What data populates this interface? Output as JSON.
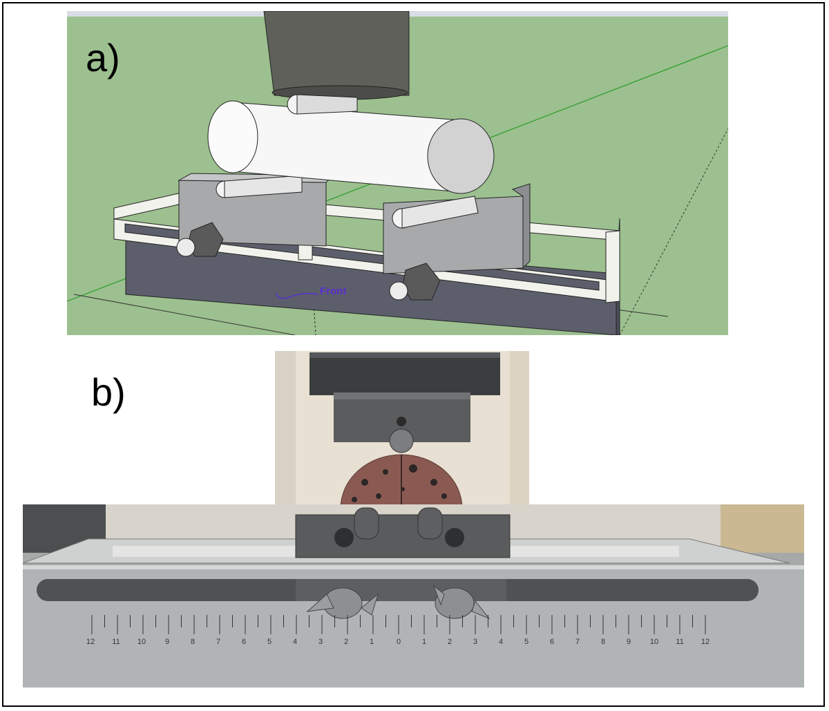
{
  "figure": {
    "panel_a_label": "a)",
    "panel_b_label": "b)",
    "front_annotation": "Front",
    "scale_left": [
      "12",
      "11",
      "10",
      "9",
      "8",
      "7",
      "6",
      "5",
      "4",
      "3",
      "2",
      "1"
    ],
    "scale_center": "0",
    "scale_right": [
      "1",
      "2",
      "3",
      "4",
      "5",
      "6",
      "7",
      "8",
      "9",
      "10",
      "11",
      "12"
    ]
  },
  "colors": {
    "sketch_background": "#9cc08f",
    "front_text": "#5a2fd0",
    "aluminum": "#b9bcbf",
    "rock": "#8a5a52"
  }
}
